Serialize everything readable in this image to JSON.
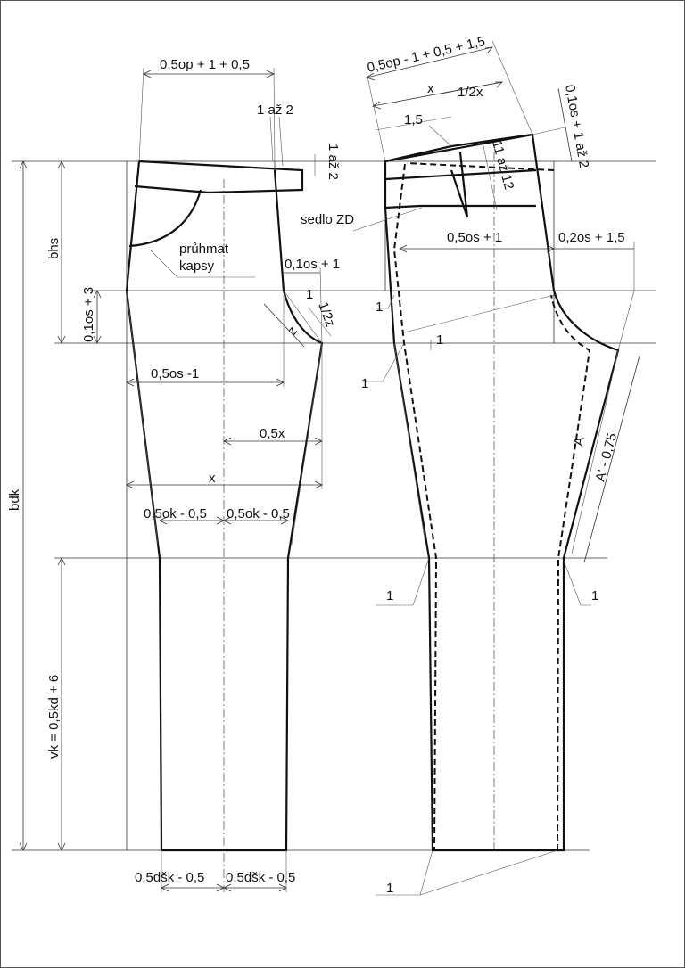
{
  "labels": {
    "front_top_width": "0,5op + 1 + 0,5",
    "one_to_two_top": "1 až 2",
    "one_to_two_side": "1 až 2",
    "bhs": "bhs",
    "pocket": "průhmat",
    "pocket2": "kapsy",
    "front_01os_1": "0,1os + 1",
    "crotch_depth": "0,1os + 3",
    "one_small": "1",
    "half_z": "1/2z",
    "z": "z",
    "half_hip_minus": "0,5os -1",
    "half_x": "0,5x",
    "x_front": "x",
    "bdk": "bdk",
    "knee_left": "0,5ok - 0,5",
    "knee_right": "0,5ok - 0,5",
    "vk": "vk = 0,5kd + 6",
    "hem_left": "0,5dšk - 0,5",
    "hem_right": "0,5dšk - 0,5",
    "back_top_width": "0,5op - 1 + 0,5 + 1,5",
    "back_x": "x",
    "back_half_x": "1/2x",
    "back_1_5": "1,5",
    "back_rise": "0,1os + 1 až 2",
    "back_dart_len": "11 až 12",
    "yoke": "sedlo ZD",
    "back_05os_1": "0,5os + 1",
    "back_02os": "0,2os + 1,5",
    "back_one_a": "1",
    "back_one_b": "1",
    "back_one_c": "1",
    "back_one_d": "1",
    "back_one_e": "1",
    "back_one_f": "1",
    "A": "A",
    "A_prime": "A' - 0,75"
  }
}
